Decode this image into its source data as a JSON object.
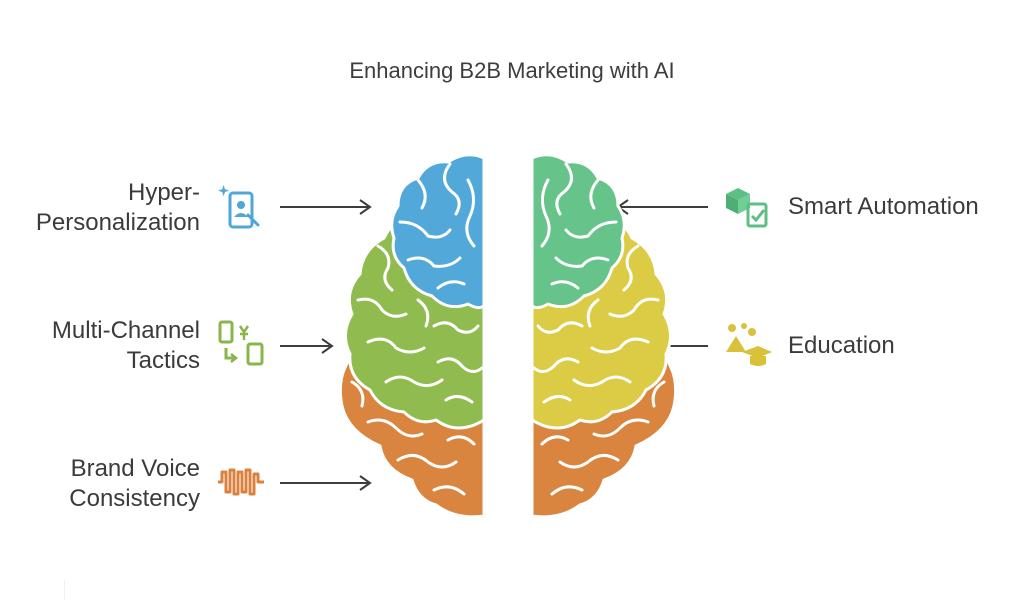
{
  "title": "Enhancing B2B Marketing with AI",
  "items": {
    "hyper": {
      "line1": "Hyper-",
      "line2": "Personalization",
      "icon": "smartphone-user-icon",
      "color": "#4fa7d8"
    },
    "multi": {
      "line1": "Multi-Channel",
      "line2": "Tactics",
      "icon": "device-exchange-icon",
      "color": "#8ab54a"
    },
    "brand": {
      "line1": "Brand Voice",
      "line2": "Consistency",
      "icon": "sound-wave-icon",
      "color": "#d9823e"
    },
    "smart": {
      "line1": "Smart Automation",
      "icon": "box-checklist-icon",
      "color": "#5dbf83"
    },
    "edu": {
      "line1": "Education",
      "icon": "graduation-cap-icon",
      "color": "#d9c13a"
    }
  },
  "brain_colors": {
    "blue": "#52a9d9",
    "teal": "#66c389",
    "lightgreen": "#8fbb4f",
    "yellow": "#dccb44",
    "orange": "#d9843f"
  }
}
